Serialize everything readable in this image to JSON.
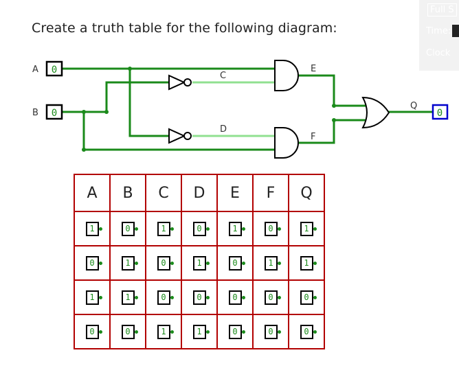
{
  "instructions": "Create a truth table for the following diagram:",
  "panel": {
    "full_screen_label": "Full S",
    "time_label": "Time:",
    "clock_label": "Clock"
  },
  "circuit": {
    "input_a": {
      "label": "A",
      "value": "0"
    },
    "input_b": {
      "label": "B",
      "value": "0"
    },
    "labels": {
      "c": "C",
      "d": "D",
      "e": "E",
      "f": "F",
      "q": "Q"
    },
    "output_q": {
      "value": "0"
    },
    "colors": {
      "wire_on": "#1a8a1a",
      "wire_soft": "#90e090",
      "output_border": "#0000cc",
      "table_border": "#b20000"
    }
  },
  "table": {
    "headers": [
      "A",
      "B",
      "C",
      "D",
      "E",
      "F",
      "Q"
    ],
    "rows": [
      [
        "1",
        "0",
        "1",
        "0",
        "1",
        "0",
        "1"
      ],
      [
        "0",
        "1",
        "0",
        "1",
        "0",
        "1",
        "1"
      ],
      [
        "1",
        "1",
        "0",
        "0",
        "0",
        "0",
        "0"
      ],
      [
        "0",
        "0",
        "1",
        "1",
        "0",
        "0",
        "0"
      ]
    ]
  }
}
